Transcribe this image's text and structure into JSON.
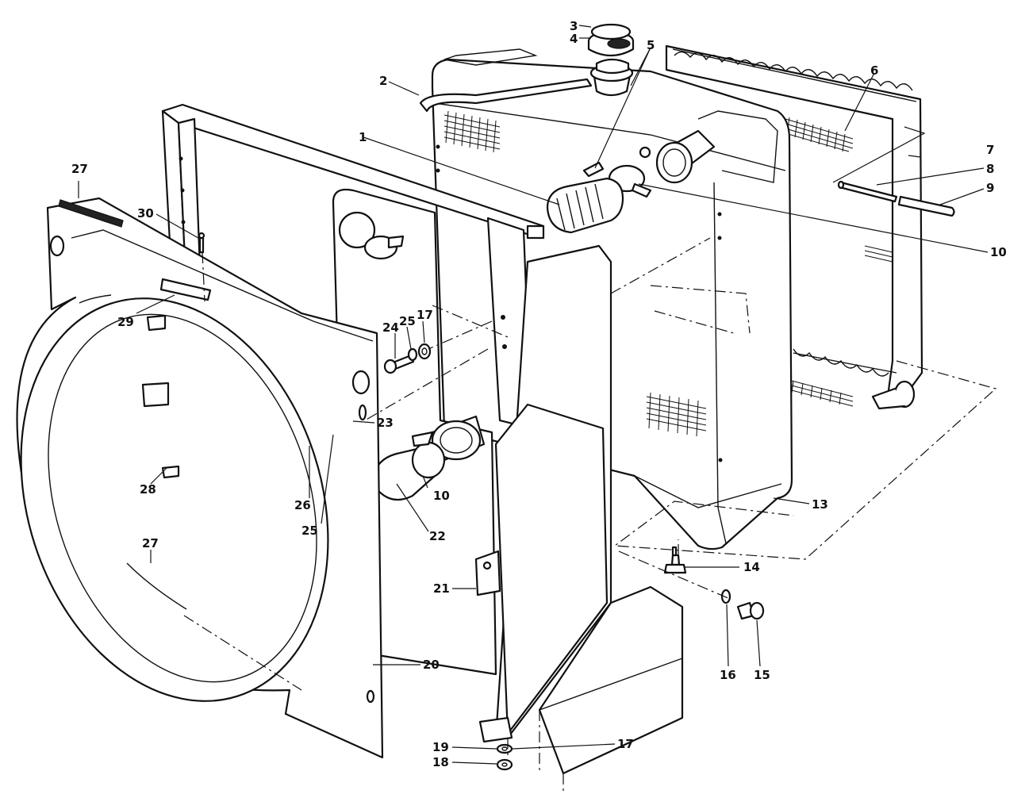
{
  "diagram": {
    "callouts": [
      {
        "id": "c3",
        "label": "3"
      },
      {
        "id": "c4",
        "label": "4"
      },
      {
        "id": "c5",
        "label": "5"
      },
      {
        "id": "c2",
        "label": "2"
      },
      {
        "id": "c6",
        "label": "6"
      },
      {
        "id": "c1",
        "label": "1"
      },
      {
        "id": "c7",
        "label": "7"
      },
      {
        "id": "c8",
        "label": "8"
      },
      {
        "id": "c9",
        "label": "9"
      },
      {
        "id": "c27a",
        "label": "27"
      },
      {
        "id": "c30",
        "label": "30"
      },
      {
        "id": "c10a",
        "label": "10"
      },
      {
        "id": "c29",
        "label": "29"
      },
      {
        "id": "c24",
        "label": "24"
      },
      {
        "id": "c25a",
        "label": "25"
      },
      {
        "id": "c17a",
        "label": "17"
      },
      {
        "id": "c23",
        "label": "23"
      },
      {
        "id": "c26",
        "label": "26"
      },
      {
        "id": "c25b",
        "label": "25"
      },
      {
        "id": "c10b",
        "label": "10"
      },
      {
        "id": "c22",
        "label": "22"
      },
      {
        "id": "c28",
        "label": "28"
      },
      {
        "id": "c13",
        "label": "13"
      },
      {
        "id": "c27b",
        "label": "27"
      },
      {
        "id": "c14",
        "label": "14"
      },
      {
        "id": "c21",
        "label": "21"
      },
      {
        "id": "c16",
        "label": "16"
      },
      {
        "id": "c15",
        "label": "15"
      },
      {
        "id": "c20",
        "label": "20"
      },
      {
        "id": "c19",
        "label": "19"
      },
      {
        "id": "c17b",
        "label": "17"
      },
      {
        "id": "c18",
        "label": "18"
      }
    ]
  }
}
